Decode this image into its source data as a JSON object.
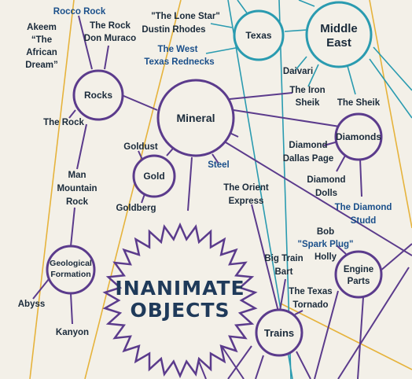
{
  "colors": {
    "background": "#f3f0e8",
    "purple": "#5b3b8c",
    "teal": "#2a9bb0",
    "gold": "#e6b33c",
    "text": "#1a2a3a",
    "blue_text": "#1a4f8a"
  },
  "hub": {
    "line1": "INANIMATE",
    "line2": "OBJECTS"
  },
  "nodes": {
    "rocks": "Rocks",
    "mineral": "Mineral",
    "gold": "Gold",
    "diamonds": "Diamonds",
    "texas": "Texas",
    "middle_east_1": "Middle",
    "middle_east_2": "East",
    "geo_1": "Geological",
    "geo_2": "Formation",
    "engine_1": "Engine",
    "engine_2": "Parts",
    "trains": "Trains"
  },
  "wrestlers": {
    "rocco_rock": "Rocco Rock",
    "akeem_1": "Akeem",
    "akeem_2": "“The",
    "akeem_3": "African",
    "akeem_4": "Dream”",
    "the_rock_muraco_1": "The Rock",
    "the_rock_muraco_2": "Don Muraco",
    "the_rock": "The Rock",
    "man_mountain_1": "Man",
    "man_mountain_2": "Mountain",
    "man_mountain_3": "Rock",
    "abyss": "Abyss",
    "kanyon": "Kanyon",
    "goldust": "Goldust",
    "goldberg": "Goldberg",
    "steel": "Steel",
    "lone_star_1": "\"The Lone Star\"",
    "lone_star_2": "Dustin Rhodes",
    "west_texas_1": "The West",
    "west_texas_2": "Texas Rednecks",
    "daivari": "Daivari",
    "iron_sheik_1": "The Iron",
    "iron_sheik_2": "Sheik",
    "the_sheik": "The Sheik",
    "dallas_page_1": "Diamond",
    "dallas_page_2": "Dallas Page",
    "diamond_dolls_1": "Diamond",
    "diamond_dolls_2": "Dolls",
    "diamond_studd_1": "The Diamond",
    "diamond_studd_2": "Studd",
    "orient_express_1": "The Orient",
    "orient_express_2": "Express",
    "bob_holly_1": "Bob",
    "bob_holly_2": "\"Spark Plug\"",
    "bob_holly_3": "Holly",
    "big_train_1": "Big Train",
    "big_train_2": "Bart",
    "texas_tornado_1": "The Texas",
    "texas_tornado_2": "Tornado"
  }
}
